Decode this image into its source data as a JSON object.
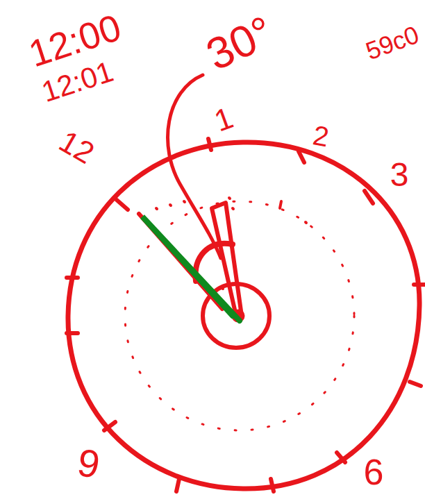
{
  "diagram": {
    "labels": [
      "12:00",
      "12:01",
      "30°",
      "59c0",
      "12",
      "1",
      "2",
      "3",
      "9",
      "6"
    ]
  }
}
